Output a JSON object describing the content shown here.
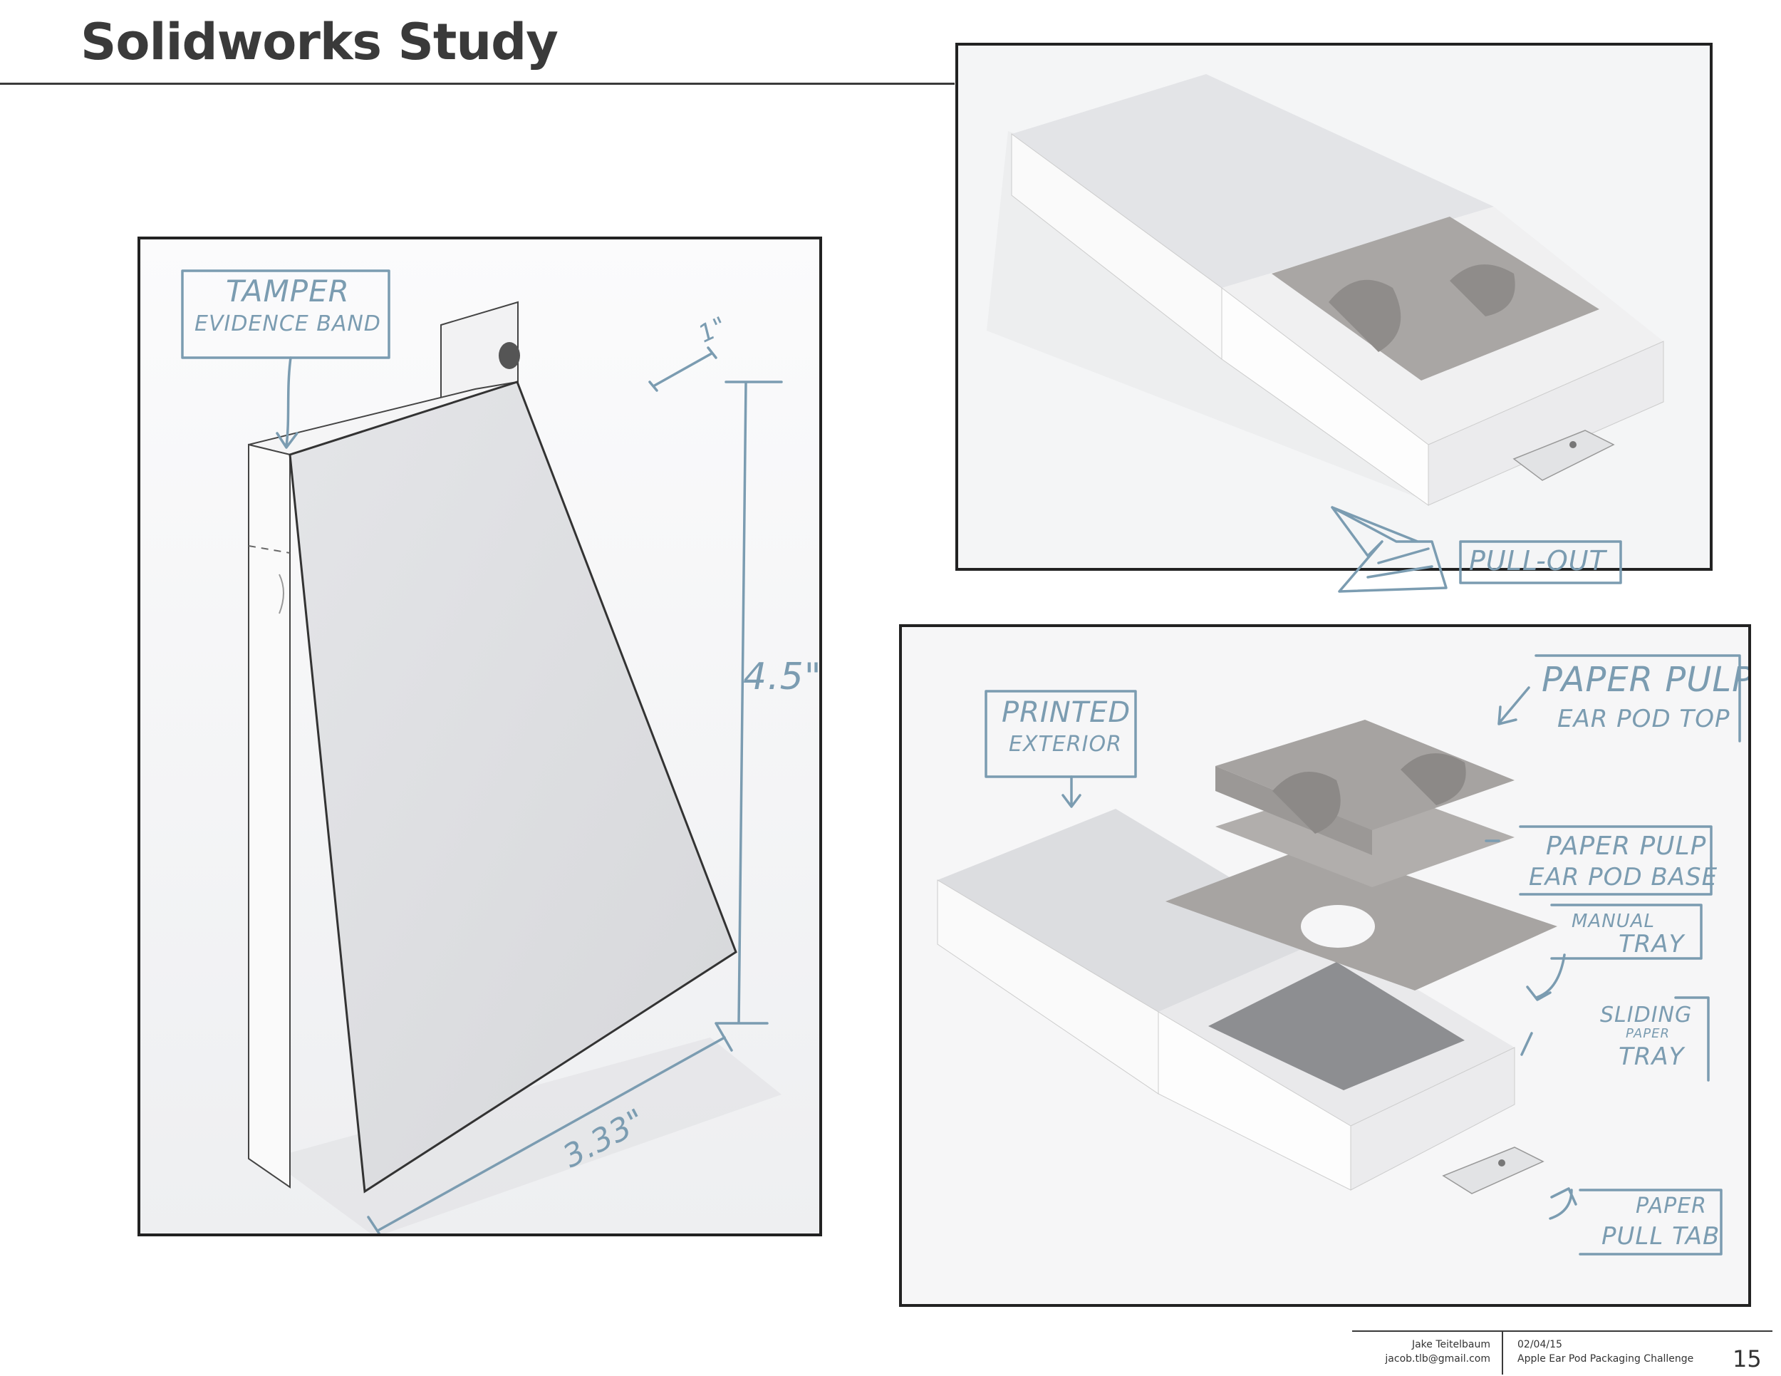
{
  "page": {
    "title": "Solidworks Study",
    "page_number": "15"
  },
  "left_render": {
    "annotations": {
      "tamper_line1": "TAMPER",
      "tamper_line2": "EVIDENCE BAND",
      "depth": "1\"",
      "height": "4.5\"",
      "width": "3.33\""
    }
  },
  "top_right_render": {
    "annotations": {
      "pull_out": "PULL-OUT"
    }
  },
  "bottom_right_render": {
    "annotations": {
      "printed_line1": "PRINTED",
      "printed_line2": "EXTERIOR",
      "pulp_top_line1": "PAPER PULP",
      "pulp_top_line2": "EAR POD TOP",
      "pulp_base_line1": "PAPER PULP",
      "pulp_base_line2": "EAR POD BASE",
      "manual_line1": "MANUAL",
      "manual_line2": "TRAY",
      "sliding_line1": "SLIDING",
      "sliding_small": "PAPER",
      "sliding_line2": "TRAY",
      "pulltab_line1": "PAPER",
      "pulltab_line2": "PULL TAB"
    }
  },
  "footer": {
    "author": "Jake Teitelbaum",
    "email": "jacob.tlb@gmail.com",
    "date": "02/04/15",
    "project": "Apple Ear Pod Packaging Challenge"
  },
  "colors": {
    "annotation": "#7b9cb1",
    "frame": "#222222",
    "text": "#3a3a3a"
  }
}
